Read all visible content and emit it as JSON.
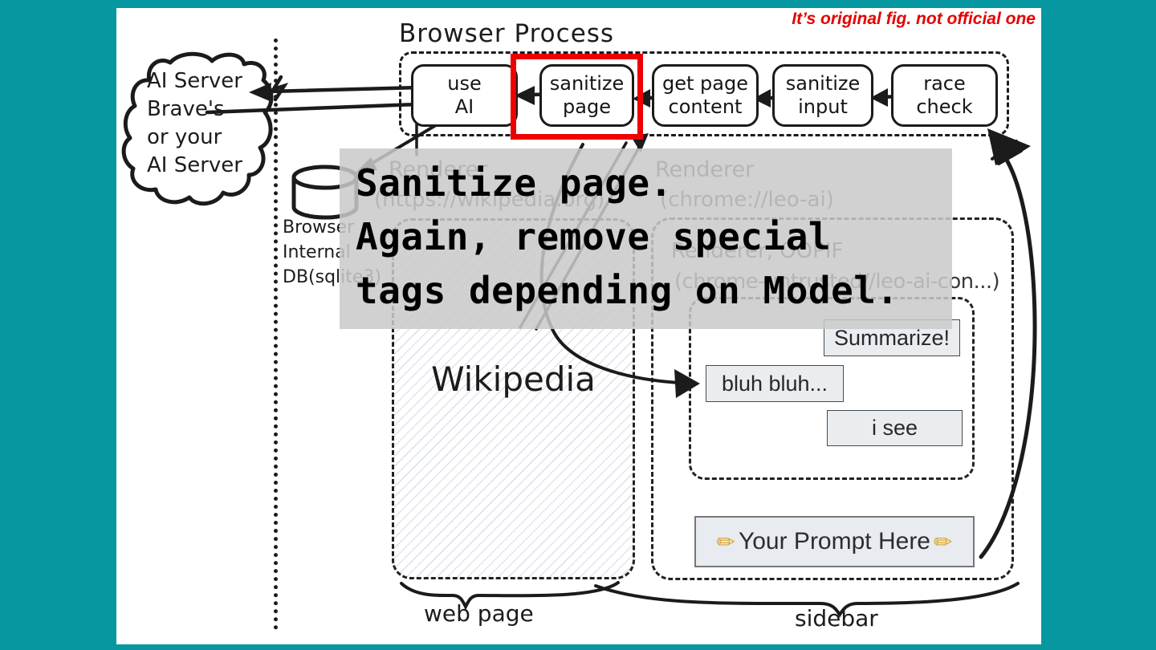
{
  "slide": {
    "note": "It’s original fig. not official one",
    "note_color": "#e60000",
    "background_color": "#0697a0",
    "highlight_color": "#ee0000"
  },
  "diagram": {
    "title": "Browser Process",
    "cloud": {
      "lines": [
        "AI Server",
        "Brave's",
        "or your",
        "AI Server"
      ]
    },
    "process_boxes": [
      {
        "id": "use-ai",
        "lines": [
          "use",
          "AI"
        ]
      },
      {
        "id": "sanitize-page",
        "lines": [
          "sanitize",
          "page"
        ],
        "highlighted": true
      },
      {
        "id": "get-page-content",
        "lines": [
          "get page",
          "content"
        ]
      },
      {
        "id": "sanitize-input",
        "lines": [
          "sanitize",
          "input"
        ]
      },
      {
        "id": "race-check",
        "lines": [
          "race",
          "check"
        ]
      }
    ],
    "db_label": {
      "lines": [
        "Browser",
        "Internal",
        "DB(sqlite3)"
      ]
    },
    "renderers": {
      "web": {
        "line1": "Renderer",
        "line2": "(https://wikipedia.org)"
      },
      "sidebar": {
        "line1": "Renderer",
        "line2": "(chrome://leo-ai)"
      },
      "oopif": {
        "line1": "Renderer, OOPIF",
        "line2": "(chrome-untrusted//leo-ai-con...)"
      }
    },
    "web_page": {
      "content": "Wikipedia",
      "caption": "web page"
    },
    "sidebar": {
      "caption": "sidebar",
      "messages": [
        {
          "text": "Summarize!",
          "side": "right"
        },
        {
          "text": "bluh bluh...",
          "side": "left"
        },
        {
          "text": "i see",
          "side": "right"
        }
      ],
      "prompt": "Your Prompt Here",
      "pencil_icon": "✏"
    }
  },
  "overlay": {
    "lines": [
      "Sanitize page.",
      "Again, remove special",
      "tags depending on Model."
    ]
  }
}
